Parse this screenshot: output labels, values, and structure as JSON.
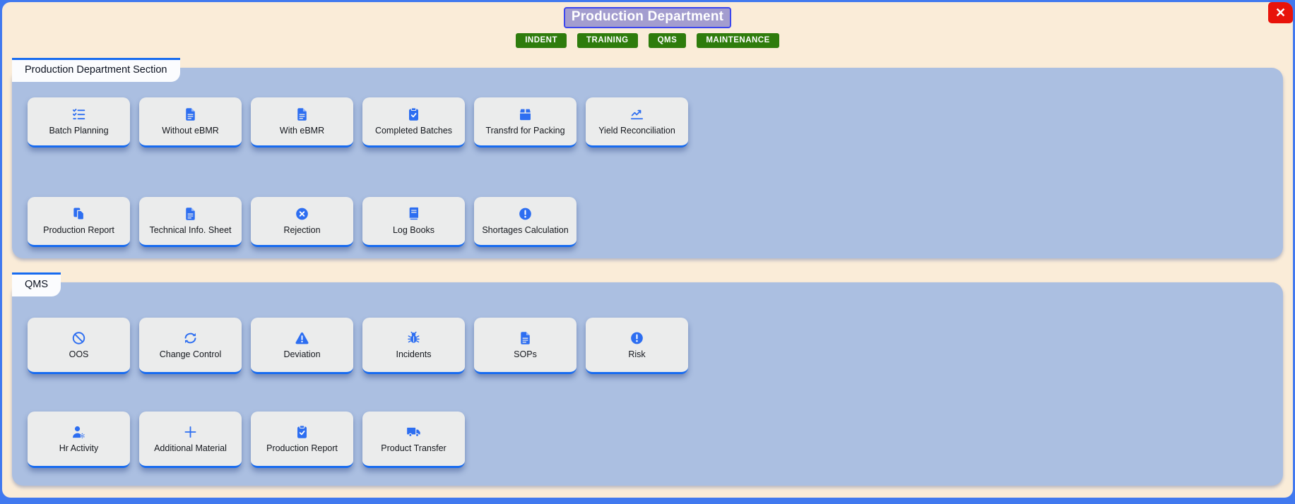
{
  "window": {
    "title": "Production Department",
    "close_icon": "✕"
  },
  "nav": {
    "buttons": [
      {
        "label": "INDENT"
      },
      {
        "label": "TRAINING"
      },
      {
        "label": "QMS"
      },
      {
        "label": "MAINTENANCE"
      }
    ]
  },
  "sections": [
    {
      "tab_label": "Production Department Section",
      "rows": [
        [
          {
            "label": "Batch Planning",
            "icon": "list-check-icon"
          },
          {
            "label": "Without eBMR",
            "icon": "file-lines-icon"
          },
          {
            "label": "With eBMR",
            "icon": "file-lines-icon"
          },
          {
            "label": "Completed Batches",
            "icon": "clipboard-check-icon"
          },
          {
            "label": "Transfrd for Packing",
            "icon": "box-icon"
          },
          {
            "label": "Yield Reconciliation",
            "icon": "chart-line-icon"
          }
        ],
        [
          {
            "label": "Production Report",
            "icon": "copy-icon"
          },
          {
            "label": "Technical Info. Sheet",
            "icon": "file-lines-icon"
          },
          {
            "label": "Rejection",
            "icon": "circle-xmark-icon"
          },
          {
            "label": "Log Books",
            "icon": "book-icon"
          },
          {
            "label": "Shortages Calculation",
            "icon": "circle-exclamation-icon"
          }
        ]
      ]
    },
    {
      "tab_label": "QMS",
      "rows": [
        [
          {
            "label": "OOS",
            "icon": "ban-icon"
          },
          {
            "label": "Change Control",
            "icon": "arrows-rotate-icon"
          },
          {
            "label": "Deviation",
            "icon": "triangle-exclamation-icon"
          },
          {
            "label": "Incidents",
            "icon": "bug-icon"
          },
          {
            "label": "SOPs",
            "icon": "file-lines-icon"
          },
          {
            "label": "Risk",
            "icon": "circle-exclamation-icon"
          }
        ],
        [
          {
            "label": "Hr Activity",
            "icon": "user-gear-icon"
          },
          {
            "label": "Additional Material",
            "icon": "plus-icon"
          },
          {
            "label": "Production Report",
            "icon": "clipboard-check-icon"
          },
          {
            "label": "Product Transfer",
            "icon": "truck-icon"
          }
        ]
      ]
    }
  ],
  "colors": {
    "outer_border_blue": "#4179ef",
    "window_cream": "#faecd8",
    "panel_blue": "#abbfe1",
    "tile_gray": "#ebecec",
    "accent_blue": "#176bf0",
    "icon_blue": "#2d6ef1",
    "button_green": "#2e7c0c",
    "title_purple_bg": "#a39dcf",
    "title_border_blue": "#3b46ee",
    "close_red": "#e8130a"
  }
}
